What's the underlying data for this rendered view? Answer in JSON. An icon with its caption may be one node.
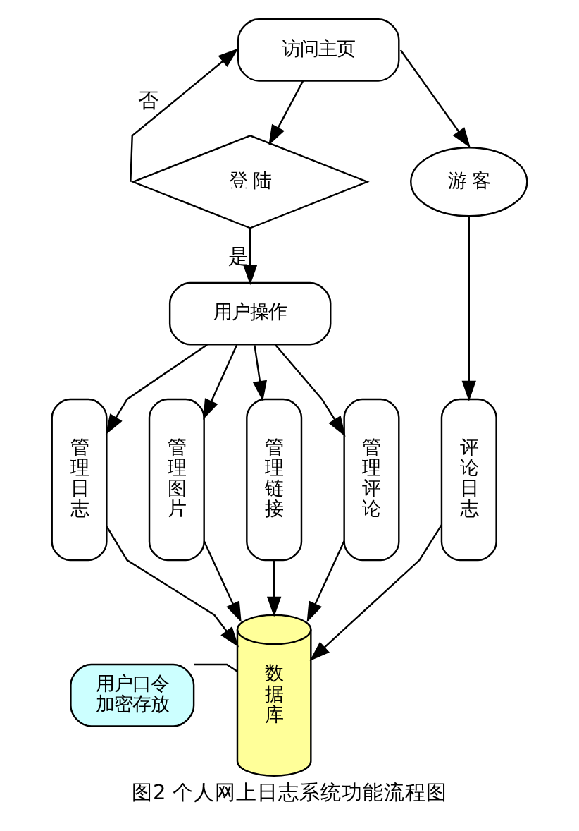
{
  "diagram": {
    "caption": "图2 个人网上日志系统功能流程图",
    "nodes": [
      {
        "text": [
          "访问主页"
        ]
      },
      {
        "text": [
          "登 陆"
        ]
      },
      {
        "text": [
          "游 客"
        ]
      },
      {
        "text": [
          "用户操作"
        ]
      },
      {
        "text": [
          "管理日志"
        ]
      },
      {
        "text": [
          "管理图片"
        ]
      },
      {
        "text": [
          "管理链接"
        ]
      },
      {
        "text": [
          "管理评论"
        ]
      },
      {
        "text": [
          "评论日志"
        ]
      },
      {
        "text": [
          "数据库"
        ]
      },
      {
        "text": [
          "用户口令加密存放"
        ]
      }
    ],
    "edges": [
      {
        "from": 0,
        "to": 1,
        "arrow": "to"
      },
      {
        "from": 1,
        "to": 0,
        "arrow": "to",
        "label": "否"
      },
      {
        "from": 1,
        "to": 3,
        "arrow": "to",
        "label": "是"
      },
      {
        "from": 0,
        "to": 2,
        "arrow": "to"
      },
      {
        "from": 3,
        "to": 4,
        "arrow": "to"
      },
      {
        "from": 3,
        "to": 5,
        "arrow": "to"
      },
      {
        "from": 3,
        "to": 6,
        "arrow": "to"
      },
      {
        "from": 3,
        "to": 7,
        "arrow": "to"
      },
      {
        "from": 2,
        "to": 8,
        "arrow": "to"
      },
      {
        "from": 4,
        "to": 9,
        "arrow": "to"
      },
      {
        "from": 5,
        "to": 9,
        "arrow": "to"
      },
      {
        "from": 6,
        "to": 9,
        "arrow": "to"
      },
      {
        "from": 7,
        "to": 9,
        "arrow": "to"
      },
      {
        "from": 8,
        "to": 9,
        "arrow": "to"
      },
      {
        "from": 10,
        "to": 9,
        "arrow": "none"
      }
    ]
  }
}
